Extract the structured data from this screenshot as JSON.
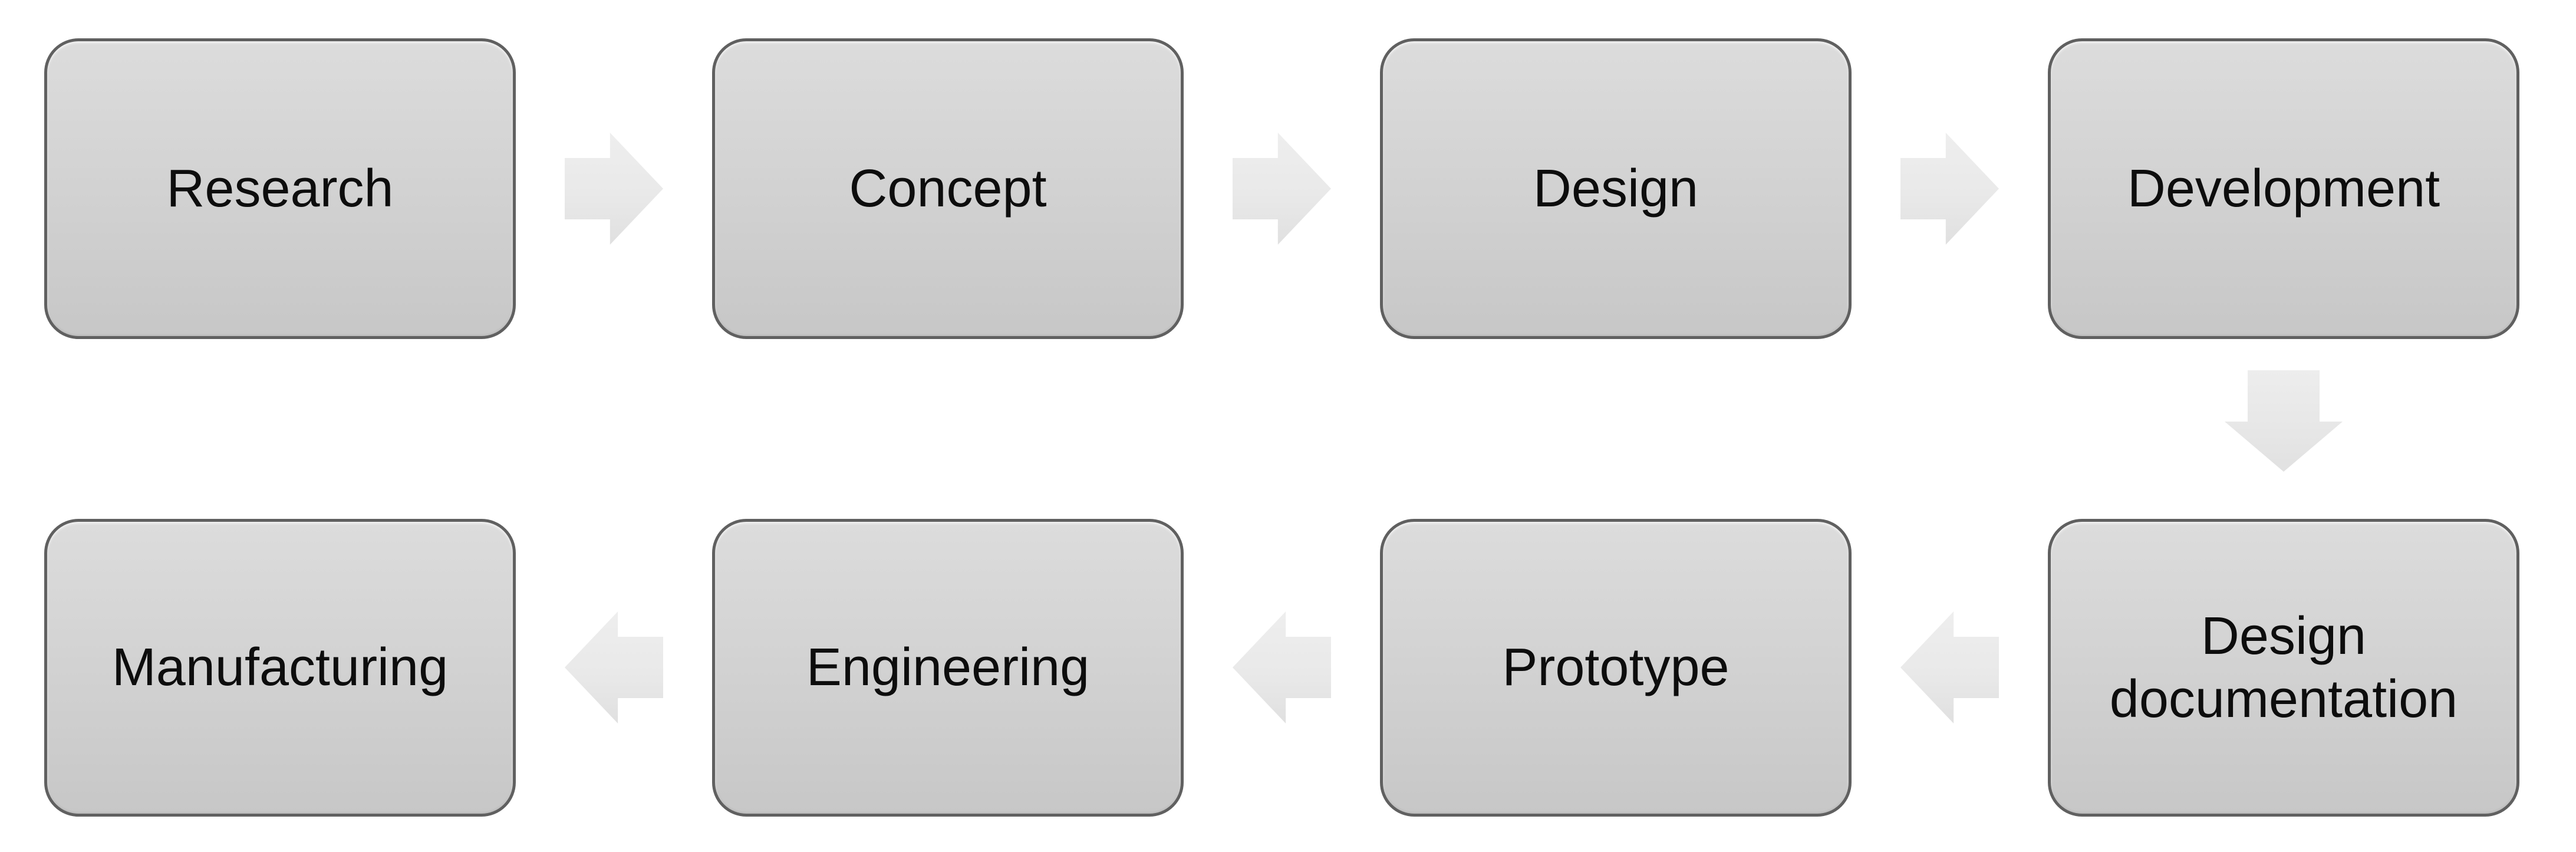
{
  "diagram": {
    "type": "process-flow",
    "nodes": [
      {
        "label": "Research",
        "row": 1,
        "col": 1
      },
      {
        "label": "Concept",
        "row": 1,
        "col": 2
      },
      {
        "label": "Design",
        "row": 1,
        "col": 3
      },
      {
        "label": "Development",
        "row": 1,
        "col": 4
      },
      {
        "label": "Design documentation",
        "row": 2,
        "col": 4
      },
      {
        "label": "Prototype",
        "row": 2,
        "col": 3
      },
      {
        "label": "Engineering",
        "row": 2,
        "col": 2
      },
      {
        "label": "Manufacturing",
        "row": 2,
        "col": 1
      }
    ],
    "connections": [
      {
        "from": "Research",
        "to": "Concept",
        "direction": "right"
      },
      {
        "from": "Concept",
        "to": "Design",
        "direction": "right"
      },
      {
        "from": "Design",
        "to": "Development",
        "direction": "right"
      },
      {
        "from": "Development",
        "to": "Design documentation",
        "direction": "down"
      },
      {
        "from": "Design documentation",
        "to": "Prototype",
        "direction": "left"
      },
      {
        "from": "Prototype",
        "to": "Engineering",
        "direction": "left"
      },
      {
        "from": "Engineering",
        "to": "Manufacturing",
        "direction": "left"
      }
    ],
    "colors": {
      "node_fill_top": "#dcdcdc",
      "node_fill_bottom": "#c7c7c7",
      "node_border": "#606060",
      "node_text": "#0d0d0d",
      "arrow_fill": "#e9e9e9",
      "canvas_background": "#ffffff"
    }
  }
}
